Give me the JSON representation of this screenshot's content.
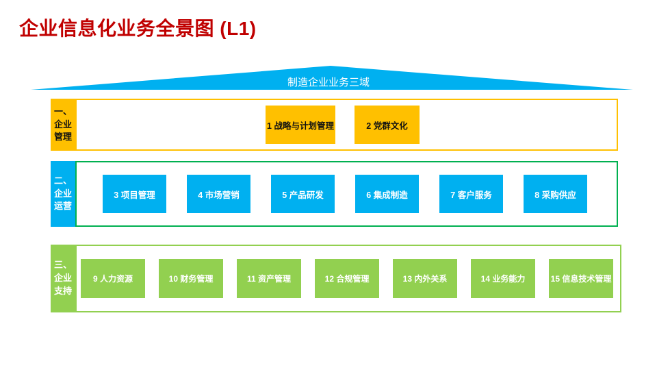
{
  "page": {
    "title": "企业信息化业务全景图 (L1)",
    "title_color": "#C00000",
    "background": "#FFFFFF"
  },
  "roof": {
    "label": "制造企业业务三域",
    "fill_color": "#00B0F0",
    "text_color": "#FFFFFF"
  },
  "bands": [
    {
      "id": "management",
      "tab_label": "一、\n企业\n管理",
      "accent_color": "#FFC000",
      "border_color": "#FFC000",
      "box_text_color": "#111111",
      "boxes": [
        "1 战略与计划管理",
        "2 党群文化"
      ]
    },
    {
      "id": "operations",
      "tab_label": "二、\n企业\n运营",
      "accent_color": "#00B0F0",
      "border_color": "#00B050",
      "box_text_color": "#FFFFFF",
      "boxes": [
        "3 项目管理",
        "4 市场营销",
        "5 产品研发",
        "6 集成制造",
        "7 客户服务",
        "8 采购供应"
      ]
    },
    {
      "id": "support",
      "tab_label": "三、\n企业\n支持",
      "accent_color": "#92D050",
      "border_color": "#92D050",
      "box_text_color": "#FFFFFF",
      "boxes": [
        "9 人力资源",
        "10 财务管理",
        "11 资产管理",
        "12 合规管理",
        "13 内外关系",
        "14 业务能力",
        "15 信息技术管理"
      ]
    }
  ]
}
